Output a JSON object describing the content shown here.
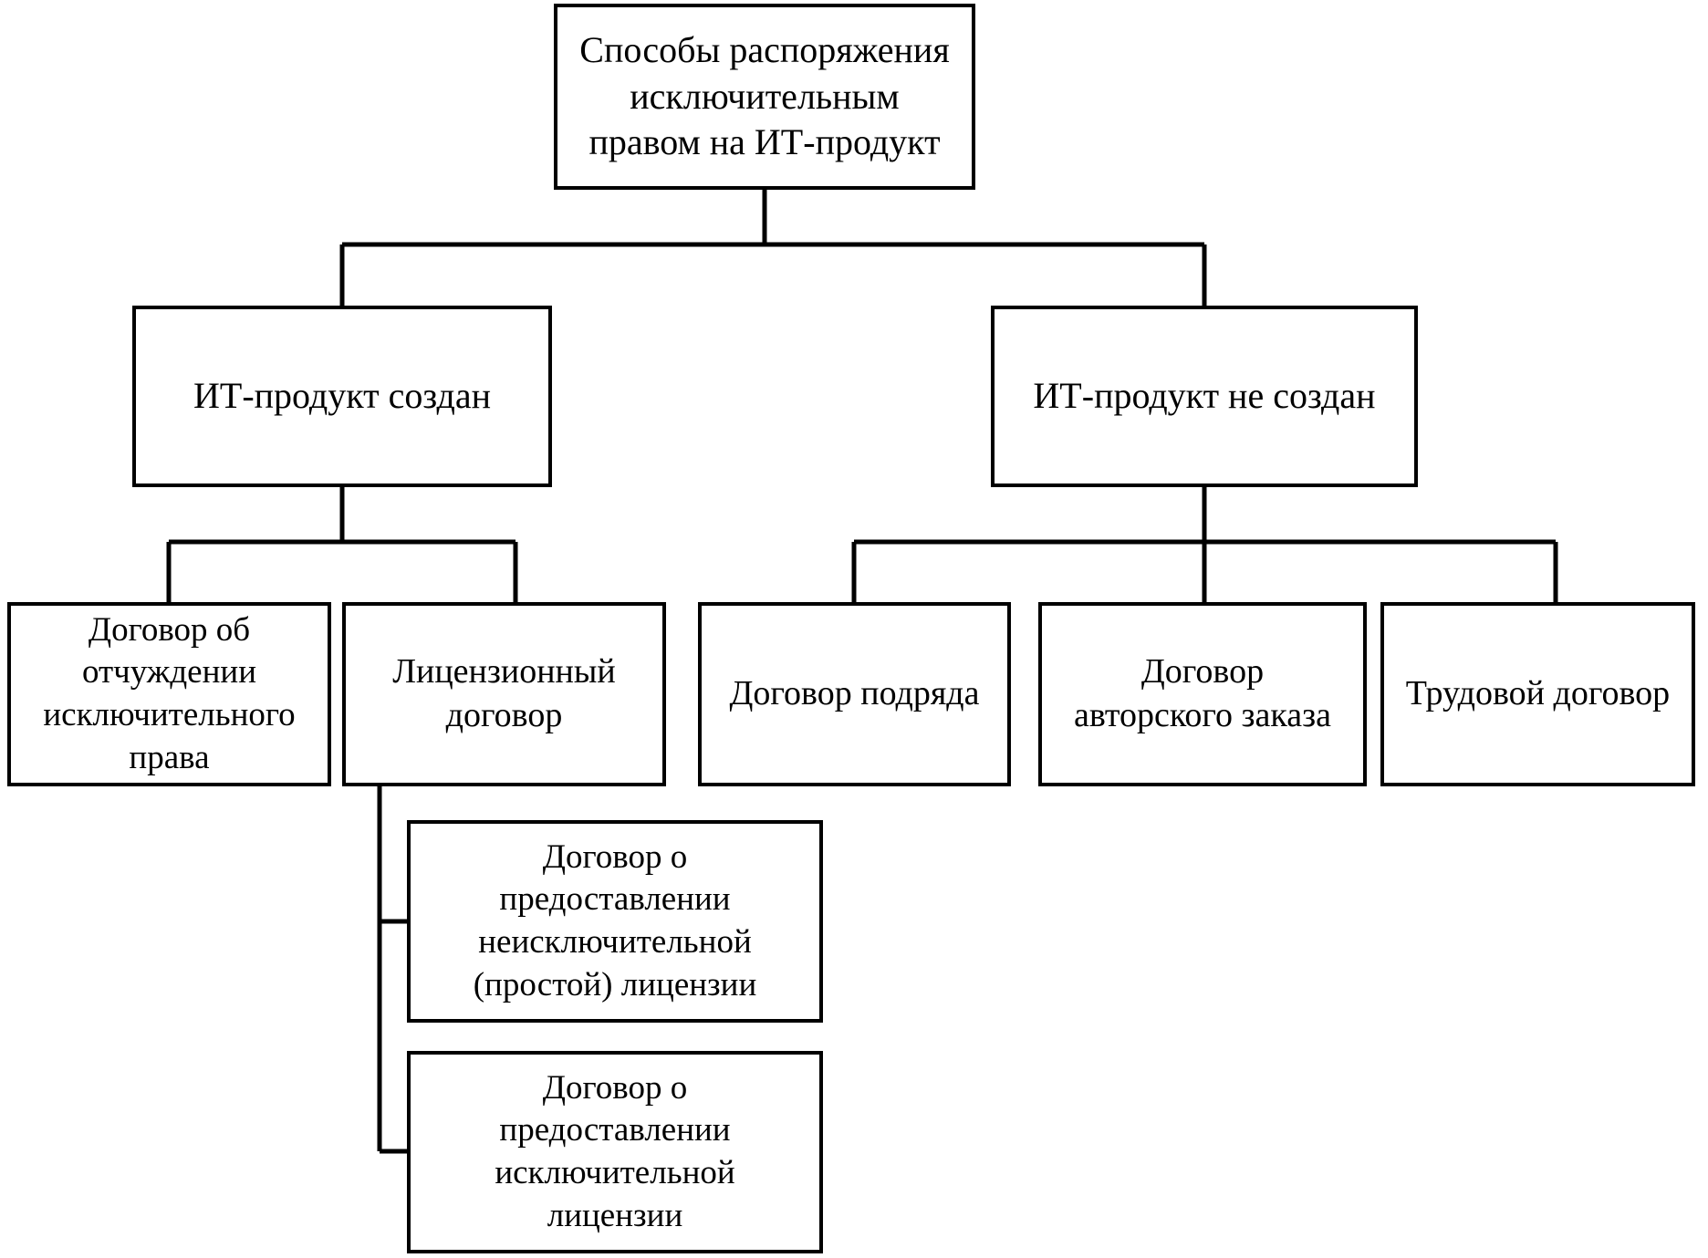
{
  "diagram": {
    "title": "Способы распоряжения исключительным правом на ИТ-продукт",
    "type": "hierarchical-tree",
    "line_color": "#000000",
    "background_color": "#ffffff",
    "text_color": "#000000",
    "nodes": {
      "root": {
        "label": "Способы распоряжения\nисключительным\nправом на ИТ-продукт",
        "level": 0
      },
      "branch_created": {
        "label": "ИТ-продукт создан",
        "level": 1
      },
      "branch_not_created": {
        "label": "ИТ-продукт не создан",
        "level": 1
      },
      "alienation_agreement": {
        "label": "Договор об\nотчуждении\nисключительного\nправа",
        "level": 2
      },
      "license_agreement": {
        "label": "Лицензионный\nдоговор",
        "level": 2
      },
      "contract_work": {
        "label": "Договор подряда",
        "level": 2
      },
      "author_order": {
        "label": "Договор\nавторского заказа",
        "level": 2
      },
      "labor_contract": {
        "label": "Трудовой договор",
        "level": 2
      },
      "non_exclusive_license": {
        "label": "Договор о\nпредоставлении\nнеисключительной\n(простой) лицензии",
        "level": 3
      },
      "exclusive_license": {
        "label": "Договор о\nпредоставлении\nисключительной\nлицензии",
        "level": 3
      }
    },
    "edges": [
      {
        "from": "root",
        "to": "branch_created"
      },
      {
        "from": "root",
        "to": "branch_not_created"
      },
      {
        "from": "branch_created",
        "to": "alienation_agreement"
      },
      {
        "from": "branch_created",
        "to": "license_agreement"
      },
      {
        "from": "branch_not_created",
        "to": "contract_work"
      },
      {
        "from": "branch_not_created",
        "to": "author_order"
      },
      {
        "from": "branch_not_created",
        "to": "labor_contract"
      },
      {
        "from": "license_agreement",
        "to": "non_exclusive_license"
      },
      {
        "from": "license_agreement",
        "to": "exclusive_license"
      }
    ]
  }
}
